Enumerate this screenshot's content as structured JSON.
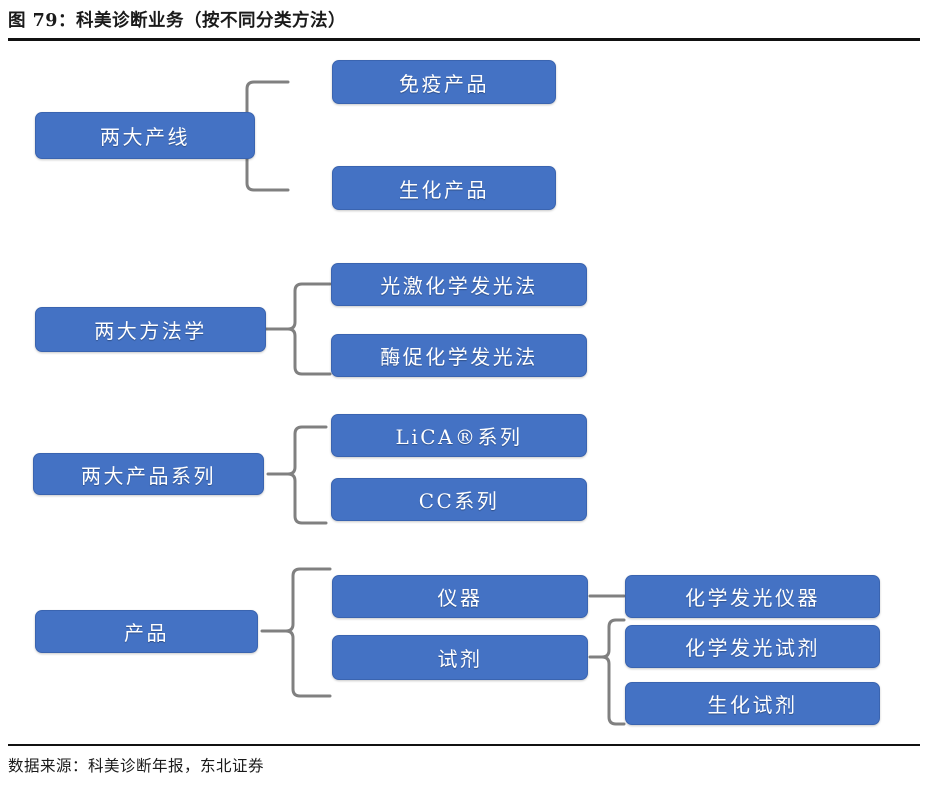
{
  "header": {
    "title": "图 79：科美诊断业务（按不同分类方法）"
  },
  "footer": {
    "source": "数据来源：科美诊断年报，东北证券"
  },
  "colors": {
    "node_fill": "#4472C4",
    "node_border": "#3a64b0",
    "node_text": "#FFFFFF",
    "connector": "#808080",
    "rule": "#111111",
    "background": "#FFFFFF"
  },
  "diagram": {
    "type": "tree",
    "groups": [
      {
        "id": "product-lines",
        "root": "两大产线",
        "children": [
          "免疫产品",
          "生化产品"
        ]
      },
      {
        "id": "methodologies",
        "root": "两大方法学",
        "children": [
          "光激化学发光法",
          "酶促化学发光法"
        ]
      },
      {
        "id": "product-series",
        "root": "两大产品系列",
        "children": [
          "LiCA®系列",
          "CC系列"
        ]
      },
      {
        "id": "products",
        "root": "产品",
        "children": [
          "仪器",
          "试剂"
        ],
        "grandchildren": {
          "仪器": [
            "化学发光仪器"
          ],
          "试剂": [
            "化学发光试剂",
            "生化试剂"
          ]
        }
      }
    ],
    "nodes": {
      "g1_root": "两大产线",
      "g1_c1": "免疫产品",
      "g1_c2": "生化产品",
      "g2_root": "两大方法学",
      "g2_c1": "光激化学发光法",
      "g2_c2": "酶促化学发光法",
      "g3_root": "两大产品系列",
      "g3_c1": "LiCA®系列",
      "g3_c2": "CC系列",
      "g4_root": "产品",
      "g4_c1": "仪器",
      "g4_c2": "试剂",
      "g4_gc1": "化学发光仪器",
      "g4_gc2": "化学发光试剂",
      "g4_gc3": "生化试剂"
    }
  }
}
